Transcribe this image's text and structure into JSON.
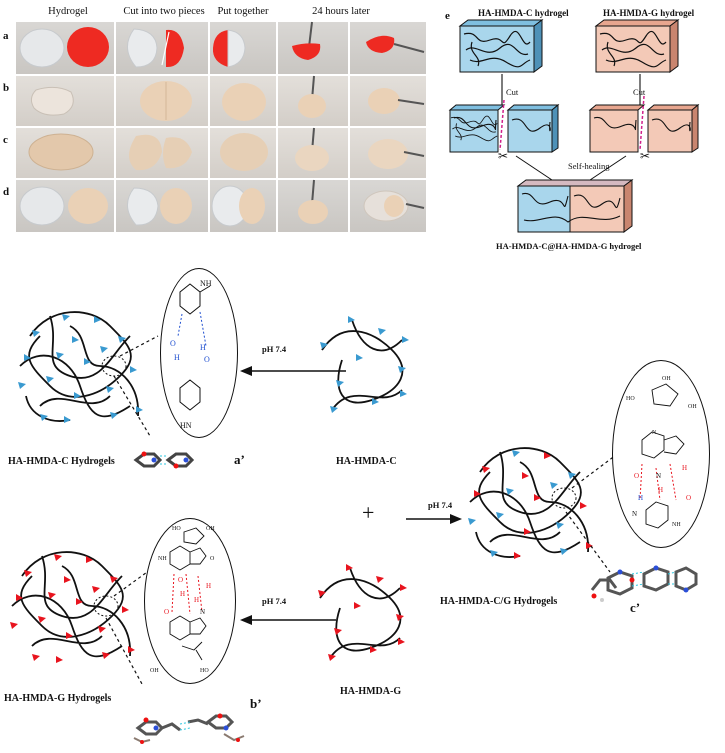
{
  "panel_photos": {
    "column_headers": [
      "Hydrogel",
      "Cut into two pieces",
      "Put together",
      "24 hours later"
    ],
    "row_labels": [
      "a",
      "b",
      "c",
      "d"
    ]
  },
  "panel_e": {
    "label": "e",
    "title_c": "HA-HMDA-C hydrogel",
    "title_g": "HA-HMDA-G hydrogel",
    "cut_left": "Cut",
    "cut_right": "Cut",
    "self_healing": "Self-healing",
    "combined": "HA-HMDA-C@HA-HMDA-G hydrogel"
  },
  "scheme": {
    "ph_top": "pH 7.4",
    "ph_mid": "pH 7.4",
    "ph_bottom": "pH 7.4",
    "c_hydrogels": "HA-HMDA-C Hydrogels",
    "c_polymer": "HA-HMDA-C",
    "g_hydrogels": "HA-HMDA-G Hydrogels",
    "g_polymer": "HA-HMDA-G",
    "cg_hydrogels": "HA-HMDA-C/G Hydrogels",
    "plus": "+",
    "a_prime": "a’",
    "b_prime": "b’",
    "c_prime": "c’"
  },
  "chem_labels": {
    "c_pair": [
      "NH",
      "O",
      "H",
      "H",
      "O",
      "HN"
    ],
    "g_pair": [
      "HO",
      "OH",
      "OH",
      "HO",
      "O",
      "H",
      "NH",
      "H",
      "N",
      "H",
      "O",
      "O"
    ],
    "cg_pair": [
      "OH",
      "OH",
      "HO",
      "N",
      "H",
      "O",
      "N",
      "H",
      "H",
      "O",
      "N",
      "NH"
    ]
  },
  "colors": {
    "cytosine_marker": "#3a9ad0",
    "guanine_marker": "#e8141e",
    "box_blue": "#a9d6ec",
    "box_pink": "#f3c9b7",
    "gel_red": "#ee2a22",
    "gel_beige": "#ead1b6"
  }
}
